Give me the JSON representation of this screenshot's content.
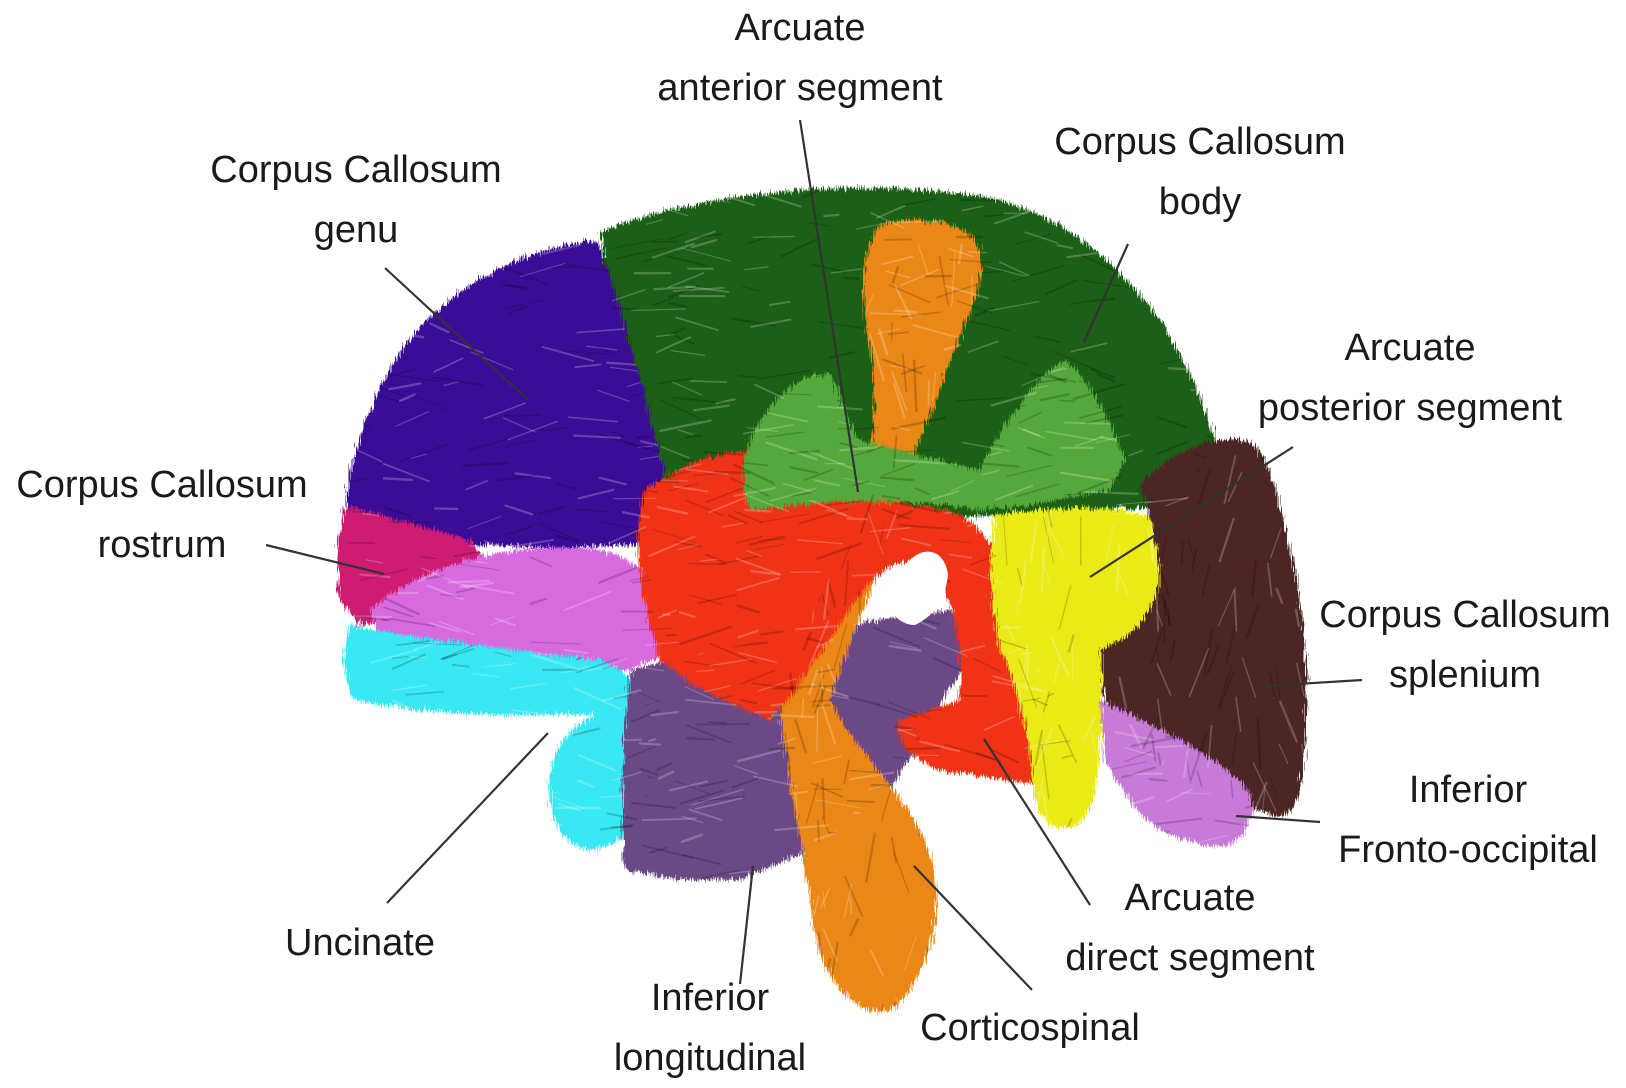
{
  "colors": {
    "background": "#ffffff",
    "label_text": "#1a1a1a",
    "leader_line": "#333333"
  },
  "tracts": [
    {
      "id": "cc-body",
      "color": "#1b5e12"
    },
    {
      "id": "cc-genu",
      "color": "#3a0a96"
    },
    {
      "id": "cc-rostrum",
      "color": "#cf1f73"
    },
    {
      "id": "uncinate",
      "color": "#39e8f2"
    },
    {
      "id": "ifo-anterior",
      "color": "#d86be0"
    },
    {
      "id": "ilf",
      "color": "#6b4a86"
    },
    {
      "id": "corticospinal",
      "color": "#ea8714"
    },
    {
      "id": "arcuate-anterior",
      "color": "#55a83a"
    },
    {
      "id": "arcuate-direct",
      "color": "#f03014"
    },
    {
      "id": "arcuate-posterior",
      "color": "#eaea18"
    },
    {
      "id": "cc-splenium",
      "color": "#4b2620"
    },
    {
      "id": "ifo-posterior",
      "color": "#c77ad8"
    }
  ],
  "labels": {
    "arcuate_anterior": {
      "line1": "Arcuate",
      "line2": "anterior segment"
    },
    "cc_body": {
      "line1": "Corpus Callosum",
      "line2": "body"
    },
    "cc_genu": {
      "line1": "Corpus Callosum",
      "line2": "genu"
    },
    "arcuate_posterior": {
      "line1": "Arcuate",
      "line2": "posterior segment"
    },
    "cc_rostrum": {
      "line1": "Corpus Callosum",
      "line2": "rostrum"
    },
    "cc_splenium": {
      "line1": "Corpus Callosum",
      "line2": "splenium"
    },
    "ifo": {
      "line1": "Inferior",
      "line2": "Fronto-occipital"
    },
    "uncinate": {
      "line1": "Uncinate"
    },
    "arcuate_direct": {
      "line1": "Arcuate",
      "line2": "direct segment"
    },
    "ilf": {
      "line1": "Inferior",
      "line2": "longitudinal"
    },
    "corticospinal": {
      "line1": "Corticospinal"
    }
  }
}
